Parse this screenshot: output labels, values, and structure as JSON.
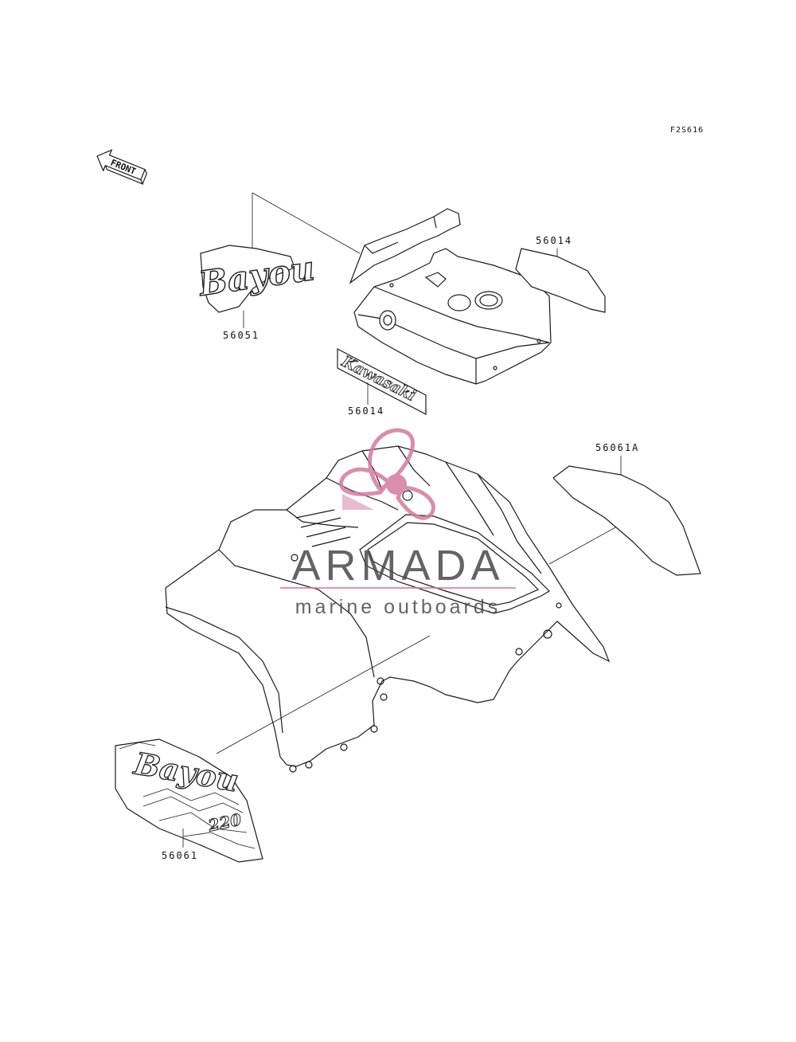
{
  "diagram": {
    "figure_code": "F2S616",
    "front_arrow_label": "FRONT",
    "decals": {
      "bayou_top_text": "Bayou",
      "kawasaki_text": "Kawasaki",
      "bayou_side_text": "Bayou",
      "side_model_number": "220"
    },
    "part_numbers": {
      "bayou_top_decal": "56051",
      "kawasaki_decal": "56014",
      "front_panel_decal": "56014",
      "right_side_decal": "56061A",
      "left_side_decal": "56061"
    }
  },
  "watermark": {
    "title": "ARMADA",
    "subtitle": "marine outboards",
    "colors": {
      "title": "#4a4a4a",
      "accent": "#d47aa0"
    }
  }
}
